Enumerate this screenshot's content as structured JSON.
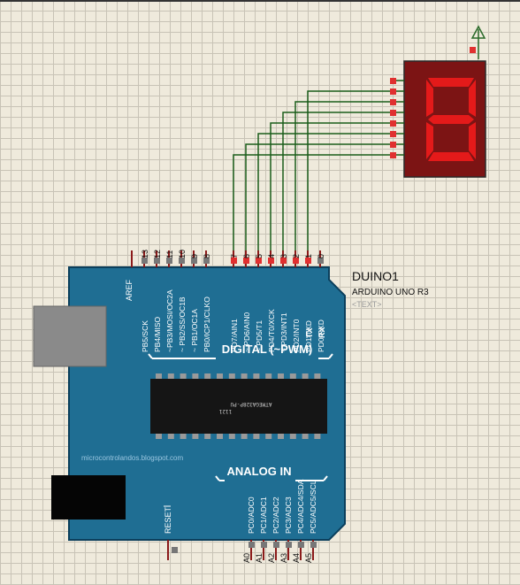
{
  "component": {
    "reference": "DUINO1",
    "value": "ARDUINO UNO R3",
    "text_placeholder": "<TEXT>"
  },
  "board": {
    "digital_header_label": "DIGITAL (~PWM)",
    "analog_header_label": "ANALOG IN",
    "chip_line1": "ATMEGA328P-PU",
    "chip_line2": "1121",
    "watermark": "microcontrolandos.blogspot.com",
    "reset_label": "RESET",
    "aref_label": "AREF",
    "tx_label": "TX",
    "rx_label": "RX",
    "digital_pins_high": [
      {
        "num": "13",
        "label": "PB5/SCK"
      },
      {
        "num": "12",
        "label": "PB4/MISO"
      },
      {
        "num": "11",
        "label": "~PB3/MOSI/OC2A"
      },
      {
        "num": "10",
        "label": "~ PB2/SS/OC1B"
      },
      {
        "num": "9",
        "label": "~ PB1/OC1A"
      },
      {
        "num": "8",
        "label": "PB0/ICP1/CLKO"
      }
    ],
    "digital_pins_low": [
      {
        "num": "7",
        "label": "PD7/AIN1"
      },
      {
        "num": "6",
        "label": "~ PD6/AIN0"
      },
      {
        "num": "5",
        "label": "~ PD5/T1"
      },
      {
        "num": "4",
        "label": "PD4/T0/XCK"
      },
      {
        "num": "3",
        "label": "~ PD3/INT1"
      },
      {
        "num": "2",
        "label": "PD2/INT0"
      },
      {
        "num": "1",
        "label": "PD1/TXD"
      },
      {
        "num": "0",
        "label": "PD0/RXD"
      }
    ],
    "analog_pins": [
      {
        "num": "A0",
        "label": "PC0/ADC0"
      },
      {
        "num": "A1",
        "label": "PC1/ADC1"
      },
      {
        "num": "A2",
        "label": "PC2/ADC2"
      },
      {
        "num": "A3",
        "label": "PC3/ADC3"
      },
      {
        "num": "A4",
        "label": "PC4/ADC4/SDA"
      },
      {
        "num": "A5",
        "label": "PC5/ADC5/SCL"
      }
    ]
  },
  "display": {
    "digit": "8"
  },
  "colors": {
    "board": "#1f6e93",
    "board_edge": "#0b3f5c",
    "wire": "#1a5c1a",
    "pin": "#8b1a1a",
    "pin_end": "#e03030",
    "segment_on": "#e41a1a",
    "display_bg": "#7c1414",
    "chip": "#151515"
  }
}
